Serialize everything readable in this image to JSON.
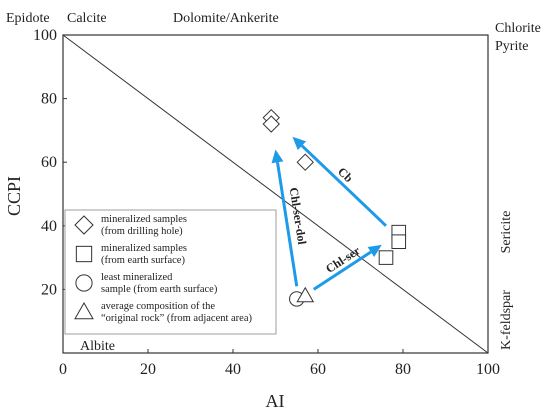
{
  "chart_data": {
    "type": "scatter",
    "xlabel": "AI",
    "ylabel": "CCPI",
    "xlim": [
      0,
      100
    ],
    "ylim": [
      0,
      100
    ],
    "x_ticks": [
      "0",
      "20",
      "40",
      "60",
      "80",
      "100"
    ],
    "y_ticks": [
      "20",
      "40",
      "60",
      "80",
      "100"
    ],
    "grid": false,
    "corner_labels": {
      "top_left": [
        "Epidote",
        "Calcite"
      ],
      "top_center": "Dolomite/Ankerite",
      "top_right": [
        "Chlorite",
        "Pyrite"
      ],
      "right_upper": "Sericite",
      "right_lower": "K-feldspar",
      "bottom_left": "Albite"
    },
    "reference_line": {
      "from": [
        0,
        100
      ],
      "to": [
        100,
        0
      ]
    },
    "series": [
      {
        "name": "mineralized samples (from drilling hole)",
        "marker": "diamond",
        "points": [
          [
            49,
            74
          ],
          [
            49,
            72
          ],
          [
            57,
            60
          ]
        ]
      },
      {
        "name": "mineralized samples (from earth surface)",
        "marker": "square",
        "points": [
          [
            79,
            38
          ],
          [
            79,
            35
          ],
          [
            76,
            30
          ]
        ]
      },
      {
        "name": "least mineralized sample (from earth surface)",
        "marker": "circle",
        "points": [
          [
            55,
            17
          ]
        ]
      },
      {
        "name": "average composition of the “original rock” (from adjacent area)",
        "marker": "triangle",
        "points": [
          [
            57,
            18
          ]
        ]
      }
    ],
    "legend": {
      "placement": "lower-left",
      "entries": [
        {
          "marker": "diamond",
          "lines": [
            "mineralized samples",
            "(from drilling hole)"
          ]
        },
        {
          "marker": "square",
          "lines": [
            "mineralized samples",
            "(from earth surface)"
          ]
        },
        {
          "marker": "circle",
          "lines": [
            "least mineralized",
            "sample (from earth surface)"
          ]
        },
        {
          "marker": "triangle",
          "lines": [
            "average composition of the",
            "“original rock” (from adjacent area)"
          ]
        }
      ]
    },
    "arrows": [
      {
        "label": "Chl-ser-dol",
        "from": [
          55,
          21
        ],
        "to": [
          50,
          64
        ]
      },
      {
        "label": "Cb",
        "from": [
          76,
          40
        ],
        "to": [
          54,
          68
        ]
      },
      {
        "label": "Chl-ser",
        "from": [
          59,
          20
        ],
        "to": [
          75,
          34
        ]
      }
    ],
    "arrow_color": "#1e9be8"
  }
}
